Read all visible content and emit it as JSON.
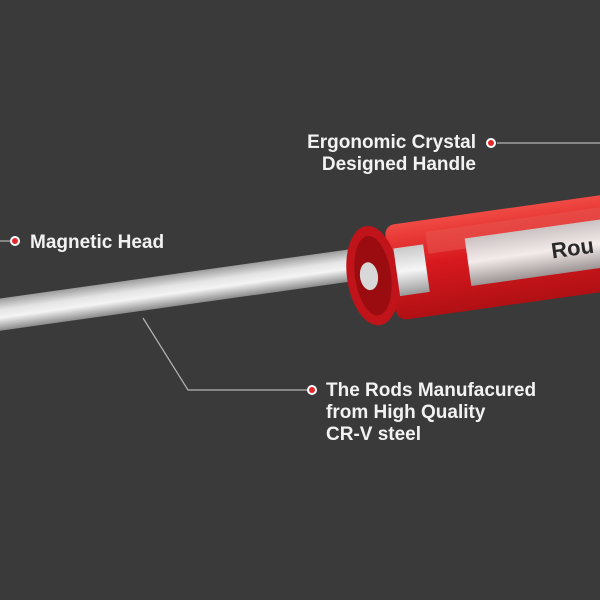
{
  "callouts": {
    "handle": {
      "line1": "Ergonomic Crystal",
      "line2": "Designed Handle"
    },
    "head": {
      "text": "Magnetic Head"
    },
    "rod": {
      "line1": "The Rods Manufacured",
      "line2": "from High Quality",
      "line3": "CR-V steel"
    }
  },
  "brand_text": "Rou",
  "colors": {
    "background": "#3a3a3a",
    "handle_red": "#d61a1e",
    "accent_dot": "#e0282a",
    "leader_line": "#b5b5b5",
    "shaft": "#cfcfcf"
  }
}
